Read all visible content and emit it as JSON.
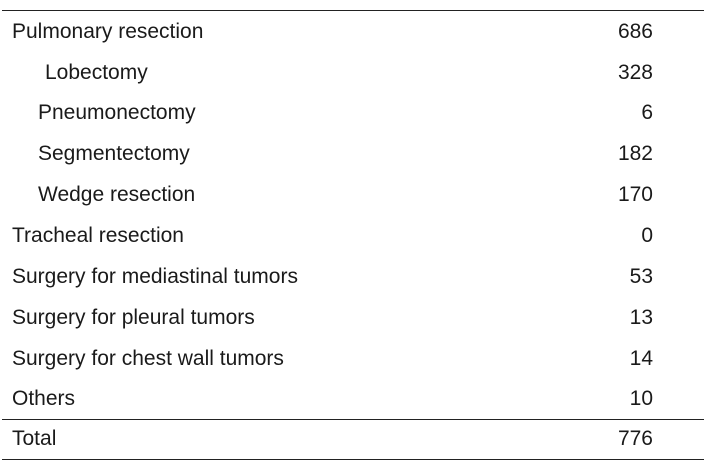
{
  "table": {
    "rows": [
      {
        "label": "Pulmonary resection",
        "value": "686"
      },
      {
        "label": "Lobectomy",
        "value": "328"
      },
      {
        "label": "Pneumonectomy",
        "value": "6"
      },
      {
        "label": "Segmentectomy",
        "value": "182"
      },
      {
        "label": "Wedge resection",
        "value": "170"
      },
      {
        "label": "Tracheal resection",
        "value": "0"
      },
      {
        "label": "Surgery for mediastinal tumors",
        "value": "53"
      },
      {
        "label": "Surgery for pleural tumors",
        "value": "13"
      },
      {
        "label": "Surgery for chest wall tumors",
        "value": "14"
      },
      {
        "label": "Others",
        "value": "10"
      }
    ],
    "total": {
      "label": "Total",
      "value": "776"
    }
  }
}
